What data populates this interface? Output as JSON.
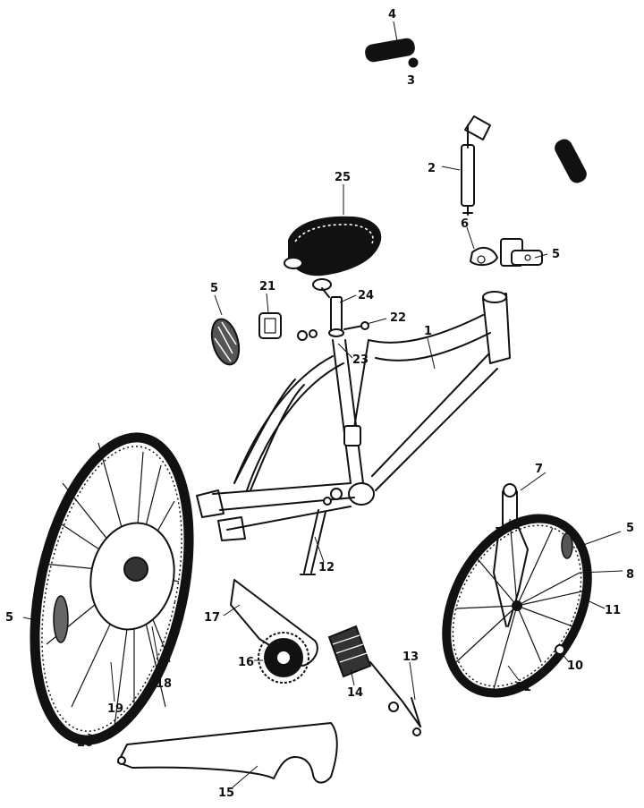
{
  "callouts": [
    "4",
    "3",
    "2",
    "25",
    "6",
    "5",
    "5",
    "21",
    "24",
    "22",
    "1",
    "23",
    "5",
    "7",
    "5",
    "8",
    "17",
    "11",
    "12",
    "16",
    "14",
    "13",
    "10",
    "11",
    "18",
    "19",
    "20",
    "15"
  ]
}
